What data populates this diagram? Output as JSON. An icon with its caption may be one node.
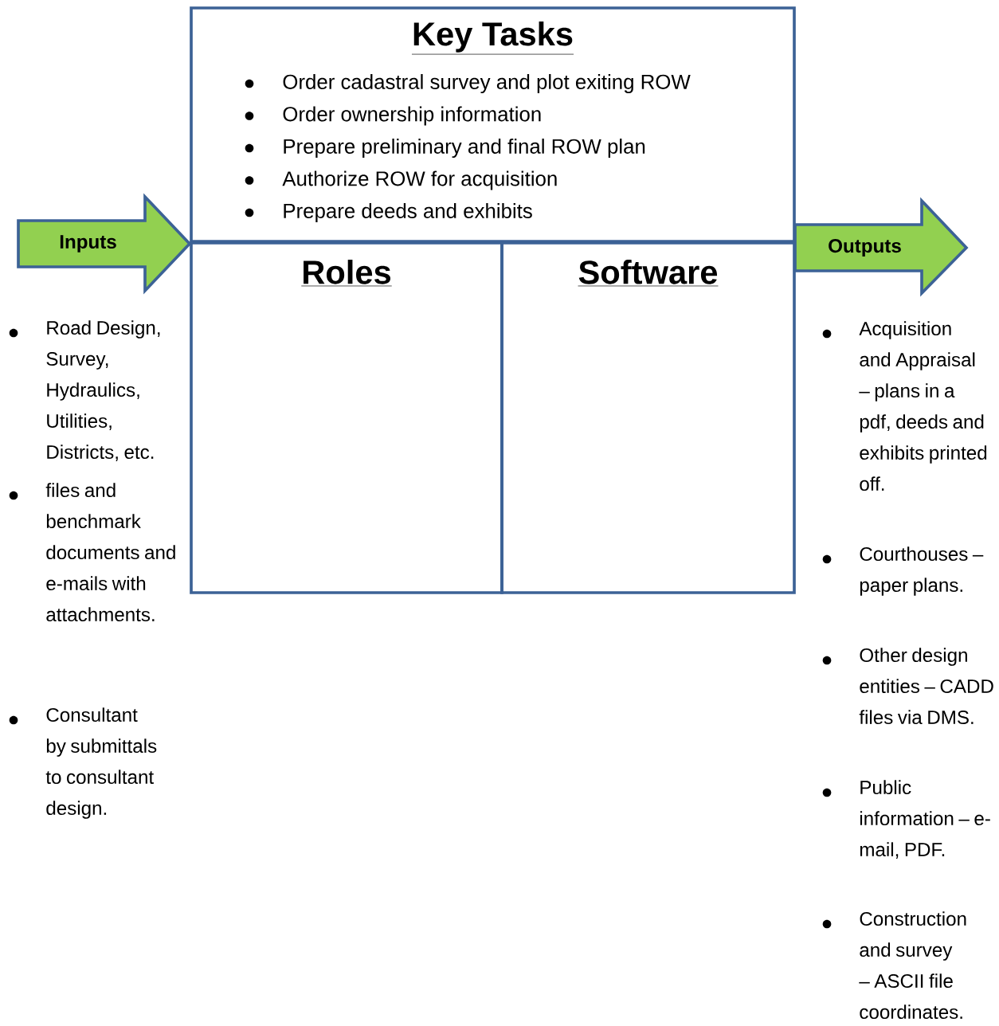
{
  "diagram": {
    "nodes": [
      {
        "text": [
          "Inputs"
        ]
      },
      {
        "text": [
          "Outputs"
        ]
      },
      {
        "text": [
          "Key Tasks",
          "Order cadastral survey and plot exiting ROW",
          "Order ownership information",
          "Prepare preliminary and final ROW plan",
          "Authorize ROW for acquisition",
          "Prepare deeds and exhibits"
        ]
      },
      {
        "text": [
          "Roles"
        ]
      },
      {
        "text": [
          "Software"
        ]
      }
    ],
    "labels": [
      "Road Design, Survey, Hydraulics, Utilities, Districts, etc.",
      "files and benchmark documents and e-mails with attachments.",
      "Consultant by submittals to consultant design.",
      "Acquisition and Appraisal – plans in a pdf, deeds and exhibits printed off.",
      "Courthouses – paper plans.",
      "Other design entities – CADD files via DMS.",
      "Public information – e-mail, PDF.",
      "Construction and survey – ASCII file coordinates."
    ]
  }
}
